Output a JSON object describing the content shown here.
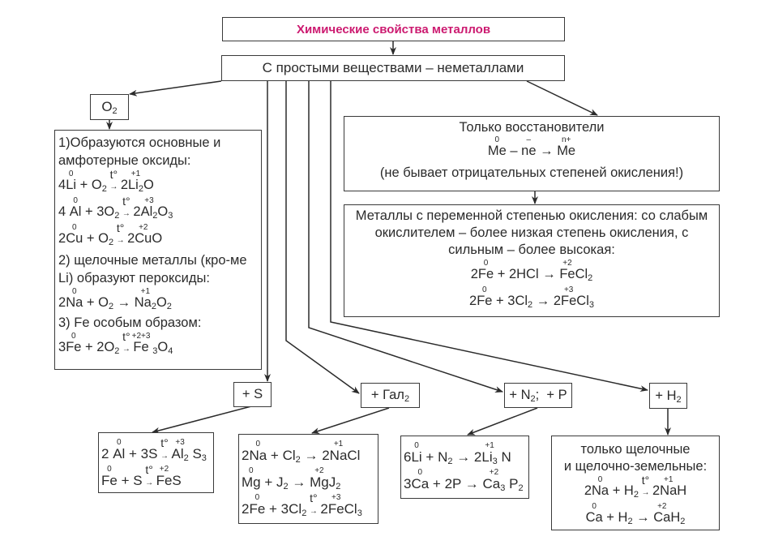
{
  "title": "Химические свойства металлов",
  "simple_substances": "С простыми веществами – неметаллами",
  "colors": {
    "title": "#cc1a70",
    "border": "#3a3a3a",
    "text": "#2b2b2b"
  },
  "o2_label": {
    "base": "O",
    "sub": "2"
  },
  "oxygen": {
    "p1": "1)Образуются основные и амфотерные оксиды:",
    "p2": "2) щелочные металлы (кро-ме Li) образуют пероксиды:",
    "p3": "3) Fe особым образом:",
    "eq1": [
      {
        "t": "4"
      },
      {
        "t": "Li",
        "ox": "0"
      },
      {
        "t": " + "
      },
      {
        "t": "O",
        "sub": "2"
      },
      {
        "heat": "t°"
      },
      {
        "t": "2"
      },
      {
        "t": "Li",
        "sub": "2",
        "ox": "+1"
      },
      {
        "t": "O"
      }
    ],
    "eq2": [
      {
        "t": "4 "
      },
      {
        "t": "Al",
        "ox": "0"
      },
      {
        "t": " + 3"
      },
      {
        "t": "O",
        "sub": "2"
      },
      {
        "heat": "t°"
      },
      {
        "t": "2"
      },
      {
        "t": "Al",
        "sub": "2",
        "ox": "+3"
      },
      {
        "t": "O",
        "sub": "3"
      }
    ],
    "eq3": [
      {
        "t": "2"
      },
      {
        "t": "Cu",
        "ox": "0"
      },
      {
        "t": " + "
      },
      {
        "t": "O",
        "sub": "2"
      },
      {
        "heat": "t°"
      },
      {
        "t": "2"
      },
      {
        "t": "Cu",
        "ox": "+2"
      },
      {
        "t": "O"
      }
    ],
    "eq4": [
      {
        "t": "2"
      },
      {
        "t": "Na",
        "ox": "0"
      },
      {
        "t": " + "
      },
      {
        "t": "O",
        "sub": "2"
      },
      {
        "t": " → "
      },
      {
        "t": "Na",
        "sub": "2",
        "ox": "+1"
      },
      {
        "t": "O",
        "sub": "2"
      }
    ],
    "eq5": [
      {
        "t": "3"
      },
      {
        "t": "Fe",
        "ox": "0"
      },
      {
        "t": " + 2"
      },
      {
        "t": "O",
        "sub": "2"
      },
      {
        "heat": "t°"
      },
      {
        "t": "Fe",
        "ox": "+2+3"
      },
      {
        "t": " ",
        "sub": "3"
      },
      {
        "t": "O",
        "sub": "4"
      }
    ]
  },
  "reducers": {
    "title": "Только восстановители",
    "eq": [
      {
        "t": "Me",
        "ox": "0"
      },
      {
        "t": " – "
      },
      {
        "t": "ne",
        "ox": "–"
      },
      {
        "t": " → "
      },
      {
        "t": "Me",
        "ox": "n+"
      }
    ],
    "note": "(не бывает отрицательных степеней окисления!)"
  },
  "variable": {
    "text": "Металлы с переменной степенью окисления: со слабым окислителем – более низкая степень окисления, с сильным – более высокая:",
    "eq1": [
      {
        "t": "2"
      },
      {
        "t": "Fe",
        "ox": "0"
      },
      {
        "t": " + 2HCl → "
      },
      {
        "t": "Fe",
        "ox": "+2"
      },
      {
        "t": "Cl",
        "sub": "2"
      }
    ],
    "eq2": [
      {
        "t": "2"
      },
      {
        "t": "Fe",
        "ox": "0"
      },
      {
        "t": " + 3"
      },
      {
        "t": "Cl",
        "sub": "2"
      },
      {
        "t": " → 2"
      },
      {
        "t": "Fe",
        "ox": "+3"
      },
      {
        "t": "Cl",
        "sub": "3"
      }
    ]
  },
  "reagents": {
    "s": "+ S",
    "hal": {
      "base": "+ Гал",
      "sub": "2"
    },
    "np": {
      "base": "+ N",
      "sub": "2",
      "rest": ";  + P"
    },
    "h2": {
      "base": "+ H",
      "sub": "2"
    }
  },
  "sulfur": {
    "eq1": [
      {
        "t": "2 "
      },
      {
        "t": "Al",
        "ox": "0"
      },
      {
        "t": " + 3S"
      },
      {
        "heat": "t°"
      },
      {
        "t": "Al",
        "sub": "2",
        "ox": "+3"
      },
      {
        "t": " S",
        "sub": "3"
      }
    ],
    "eq2": [
      {
        "t": "Fe",
        "ox": "0"
      },
      {
        "t": " + S"
      },
      {
        "heat": "t°"
      },
      {
        "t": "Fe",
        "ox": "+2"
      },
      {
        "t": "S"
      }
    ]
  },
  "halogen": {
    "eq1": [
      {
        "t": "2"
      },
      {
        "t": "Na",
        "ox": "0"
      },
      {
        "t": " + "
      },
      {
        "t": "Cl",
        "sub": "2"
      },
      {
        "t": " → 2"
      },
      {
        "t": "Na",
        "ox": "+1"
      },
      {
        "t": "Cl"
      }
    ],
    "eq2": [
      {
        "t": "Mg",
        "ox": "0"
      },
      {
        "t": " + "
      },
      {
        "t": "J",
        "sub": "2"
      },
      {
        "t": " → "
      },
      {
        "t": "Mg",
        "ox": "+2"
      },
      {
        "t": "J",
        "sub": "2"
      }
    ],
    "eq3": [
      {
        "t": "2"
      },
      {
        "t": "Fe",
        "ox": "0"
      },
      {
        "t": " + 3"
      },
      {
        "t": "Cl",
        "sub": "2"
      },
      {
        "heat": "t°"
      },
      {
        "t": "2"
      },
      {
        "t": "Fe",
        "ox": "+3"
      },
      {
        "t": "Cl",
        "sub": "3"
      }
    ]
  },
  "nitro": {
    "eq1": [
      {
        "t": "6"
      },
      {
        "t": "Li",
        "ox": "0"
      },
      {
        "t": " + "
      },
      {
        "t": "N",
        "sub": "2"
      },
      {
        "t": " → 2"
      },
      {
        "t": "Li",
        "sub": "3",
        "ox": "+1"
      },
      {
        "t": " N"
      }
    ],
    "eq2": [
      {
        "t": "3"
      },
      {
        "t": "Ca",
        "ox": "0"
      },
      {
        "t": " + 2P → "
      },
      {
        "t": "Ca",
        "sub": "3",
        "ox": "+2"
      },
      {
        "t": " P",
        "sub": "2"
      }
    ]
  },
  "hydro": {
    "line1": "только щелочные",
    "line2": "и щелочно-земельные:",
    "eq1": [
      {
        "t": "2"
      },
      {
        "t": "Na",
        "ox": "0"
      },
      {
        "t": " + "
      },
      {
        "t": "H",
        "sub": "2"
      },
      {
        "heat": "t°"
      },
      {
        "t": "2"
      },
      {
        "t": "Na",
        "ox": "+1"
      },
      {
        "t": "H"
      }
    ],
    "eq2": [
      {
        "t": "Ca",
        "ox": "0"
      },
      {
        "t": " + "
      },
      {
        "t": "H",
        "sub": "2"
      },
      {
        "t": " → "
      },
      {
        "t": "Ca",
        "ox": "+2"
      },
      {
        "t": "H",
        "sub": "2"
      }
    ]
  }
}
